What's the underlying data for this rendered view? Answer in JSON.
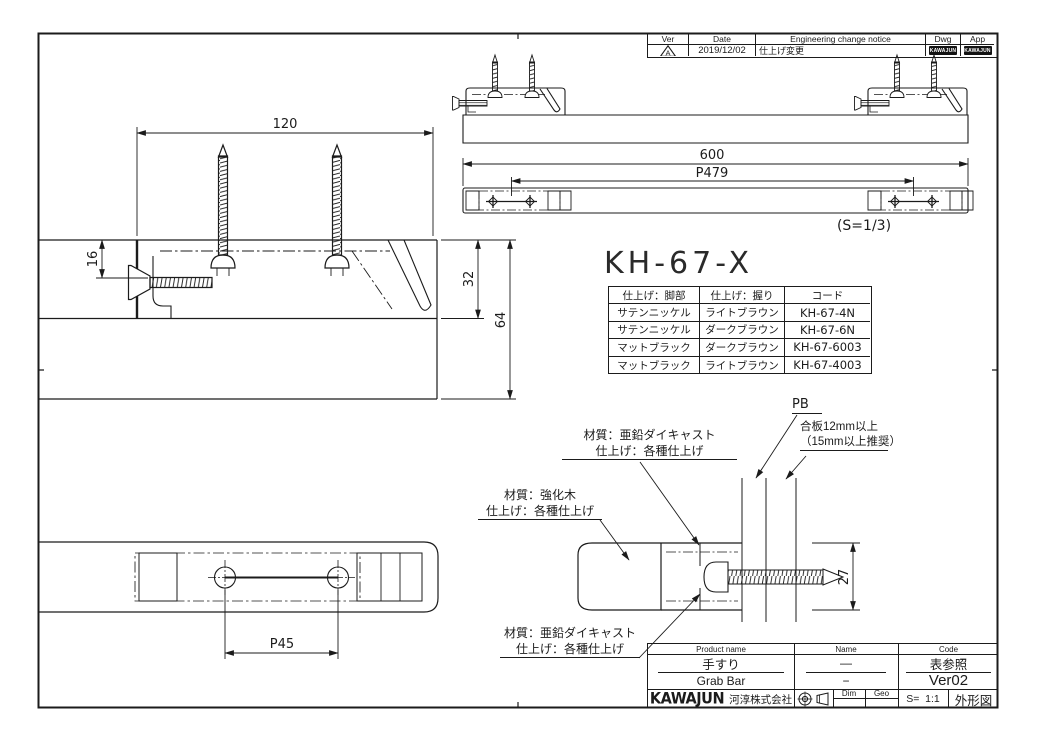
{
  "ecn": {
    "headers": {
      "ver": "Ver",
      "date": "Date",
      "notice": "Engineering change notice",
      "dwg": "Dwg",
      "app": "App"
    },
    "row": {
      "mark": "A",
      "date": "2019/12/02",
      "notice": "仕上げ変更",
      "stamp": "KAWAJUN"
    }
  },
  "heading": "KH-67-X",
  "finish_table": {
    "headers": [
      "仕上げ：脚部",
      "仕上げ：握り",
      "コード"
    ],
    "rows": [
      [
        "サテンニッケル",
        "ライトブラウン",
        "KH-67-4N"
      ],
      [
        "サテンニッケル",
        "ダークブラウン",
        "KH-67-6N"
      ],
      [
        "マットブラック",
        "ダークブラウン",
        "KH-67-6003"
      ],
      [
        "マットブラック",
        "ライトブラウン",
        "KH-67-4003"
      ]
    ]
  },
  "dims": {
    "bracket_width": "120",
    "plate_offset": "16",
    "bracket_depth": "32",
    "total_depth": "64",
    "overall_length": "600",
    "screw_pitch": "P479",
    "scale_note": "(S=1/3)",
    "hole_pitch": "P45",
    "bar_height": "27"
  },
  "annotations": {
    "zinc_material": "材質：亜鉛ダイキャスト",
    "zinc_finish": "仕上げ：各種仕上げ",
    "wood_material": "材質：強化木",
    "wood_finish": "仕上げ：各種仕上げ",
    "pb": "PB",
    "plywood_line1": "合板12mm以上",
    "plywood_line2": "（15mm以上推奨）"
  },
  "title_block": {
    "product_label": "Product name",
    "name_label": "Name",
    "code_label": "Code",
    "product_ja": "手すり",
    "product_en": "Grab Bar",
    "name_value_1": "—",
    "name_value_2": "−",
    "code_value_1": "表参照",
    "code_value_2": "Ver02",
    "logo": "KAWAJUN",
    "company": "河淳株式会社",
    "dim_label": "Dim",
    "geo_label": "Geo",
    "scale": "S=  1:1",
    "sheet_type": "外形図"
  }
}
